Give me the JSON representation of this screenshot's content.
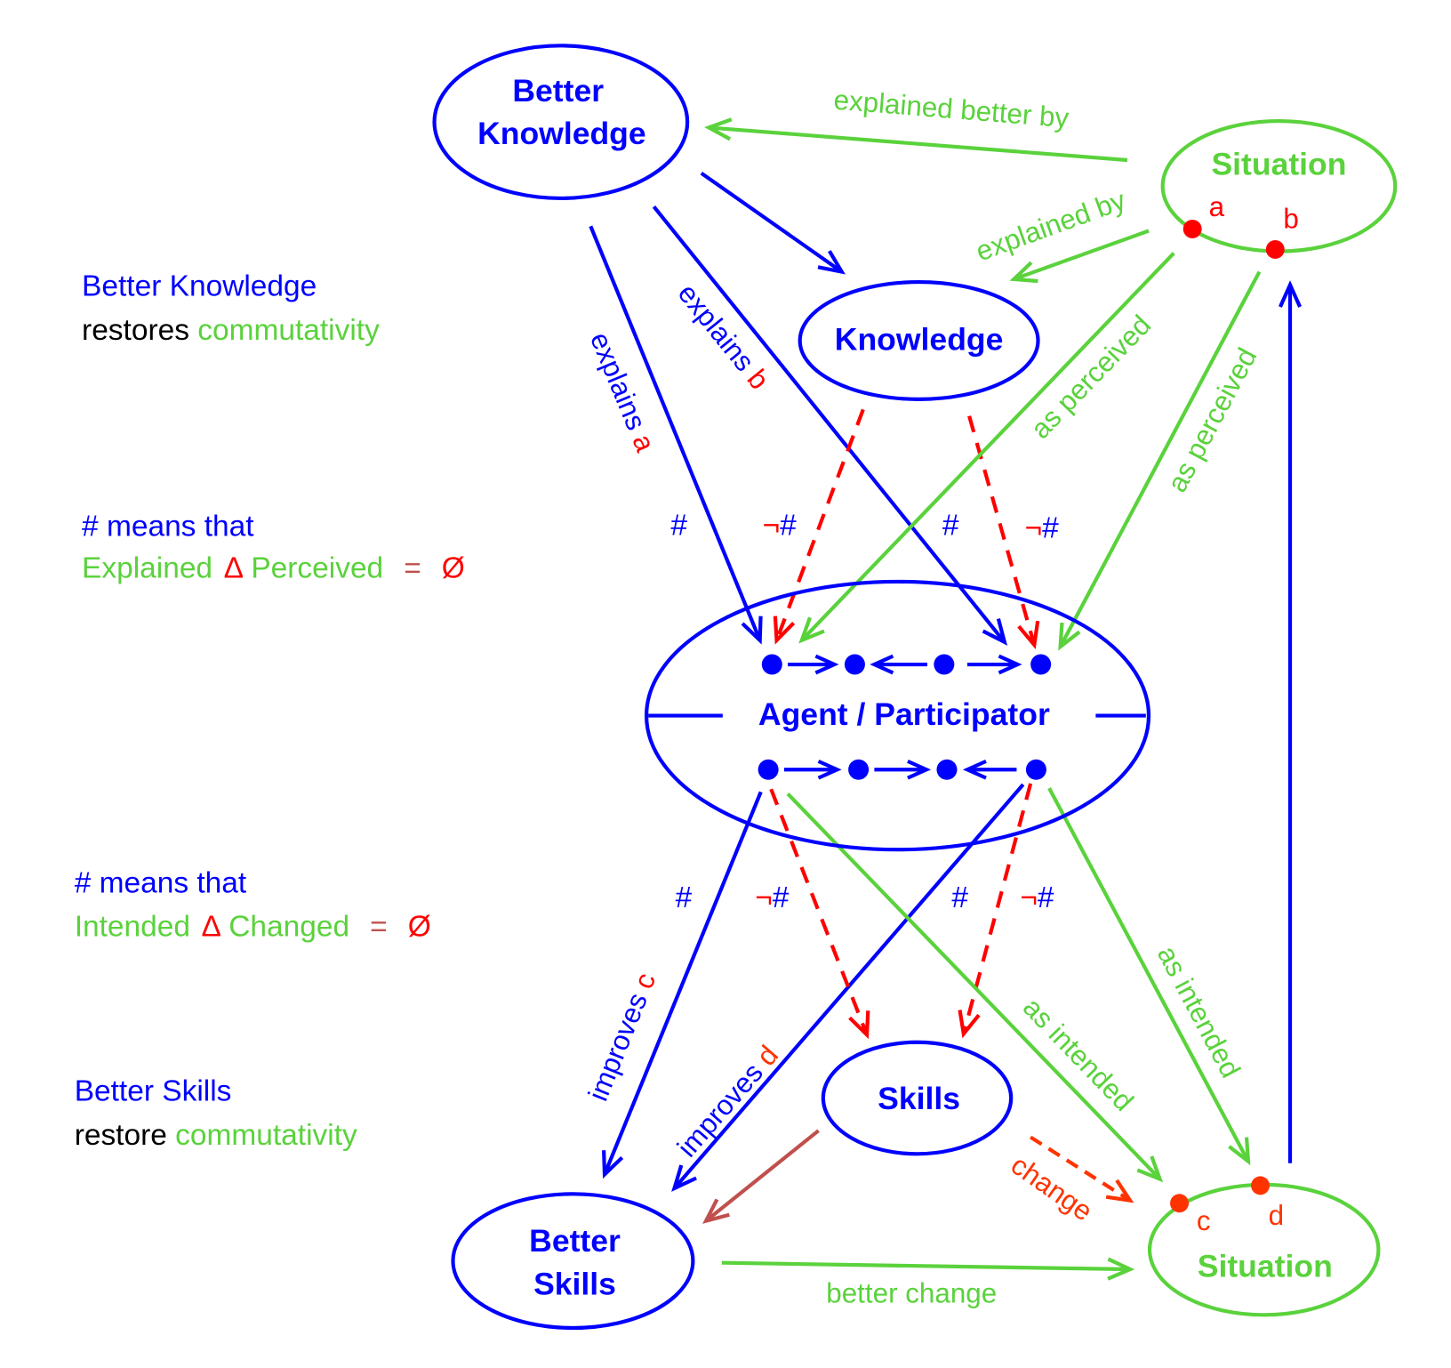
{
  "colors": {
    "blue": "#0000ff",
    "green": "#5ad23c",
    "red": "#ff0000",
    "orange": "#ff3300",
    "brown": "#c0504d",
    "black": "#000000"
  },
  "nodes": {
    "better_knowledge": [
      "Better",
      "Knowledge"
    ],
    "knowledge": "Knowledge",
    "situation_top": "Situation",
    "agent": "Agent / Participator",
    "skills": "Skills",
    "better_skills": [
      "Better",
      "Skills"
    ],
    "situation_bottom": "Situation"
  },
  "points": {
    "a": "a",
    "b": "b",
    "c": "c",
    "d": "d"
  },
  "edges": {
    "explained_better_by": "explained better by",
    "explained_by": "explained by",
    "explains": "explains",
    "as_perceived": "as perceived",
    "improves": "improves",
    "as_intended": "as intended",
    "change": "change",
    "better_change": "better change",
    "hash": "#",
    "not_hash": "¬#"
  },
  "notes": {
    "n1": {
      "l1": "Better Knowledge",
      "l2a": "restores",
      "l2b": "commutativity"
    },
    "n2": {
      "l1": "# means that",
      "a": "Explained",
      "op": "Δ",
      "b": "Perceived",
      "eq": "=",
      "empty": "Ø"
    },
    "n3": {
      "l1": "# means that",
      "a": "Intended",
      "op": "Δ",
      "b": "Changed",
      "eq": "=",
      "empty": "Ø"
    },
    "n4": {
      "l1": "Better Skills",
      "l2a": "restore",
      "l2b": "commutativity"
    }
  }
}
